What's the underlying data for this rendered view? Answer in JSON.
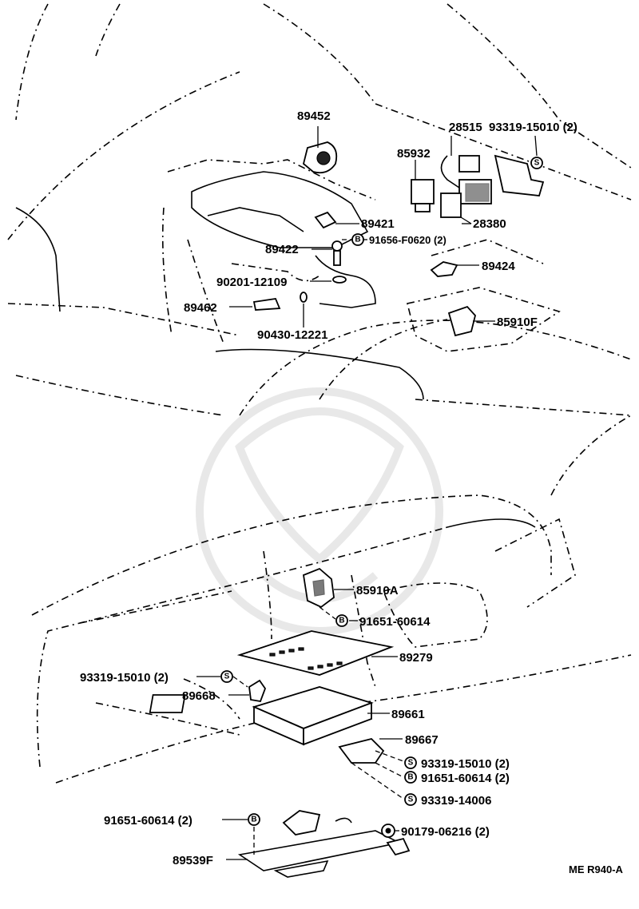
{
  "diagram": {
    "code": "ME R940-A",
    "badges": {
      "s": "S",
      "b": "B"
    },
    "labels": {
      "l89452": "89452",
      "l28515": "28515",
      "l93319_15010_top": "93319-15010 (2)",
      "l85932": "85932",
      "l89421": "89421",
      "l28380": "28380",
      "l89422": "89422",
      "l91656": "91656-F0620 (2)",
      "l89424": "89424",
      "l90201": "90201-12109",
      "l89462": "89462",
      "l90430": "90430-12221",
      "l85910F": "85910F",
      "l85910A": "85910A",
      "l91651_60614_a": "91651-60614",
      "l89279": "89279",
      "l93319_15010_left": "93319-15010 (2)",
      "l89668": "89668",
      "l89661": "89661",
      "l89667": "89667",
      "l93319_15010_right": "93319-15010 (2)",
      "l91651_60614_right": "91651-60614 (2)",
      "l93319_14006": "93319-14006",
      "l91651_60614_left": "91651-60614 (2)",
      "l90179": "90179-06216 (2)",
      "l89539F": "89539F"
    }
  }
}
